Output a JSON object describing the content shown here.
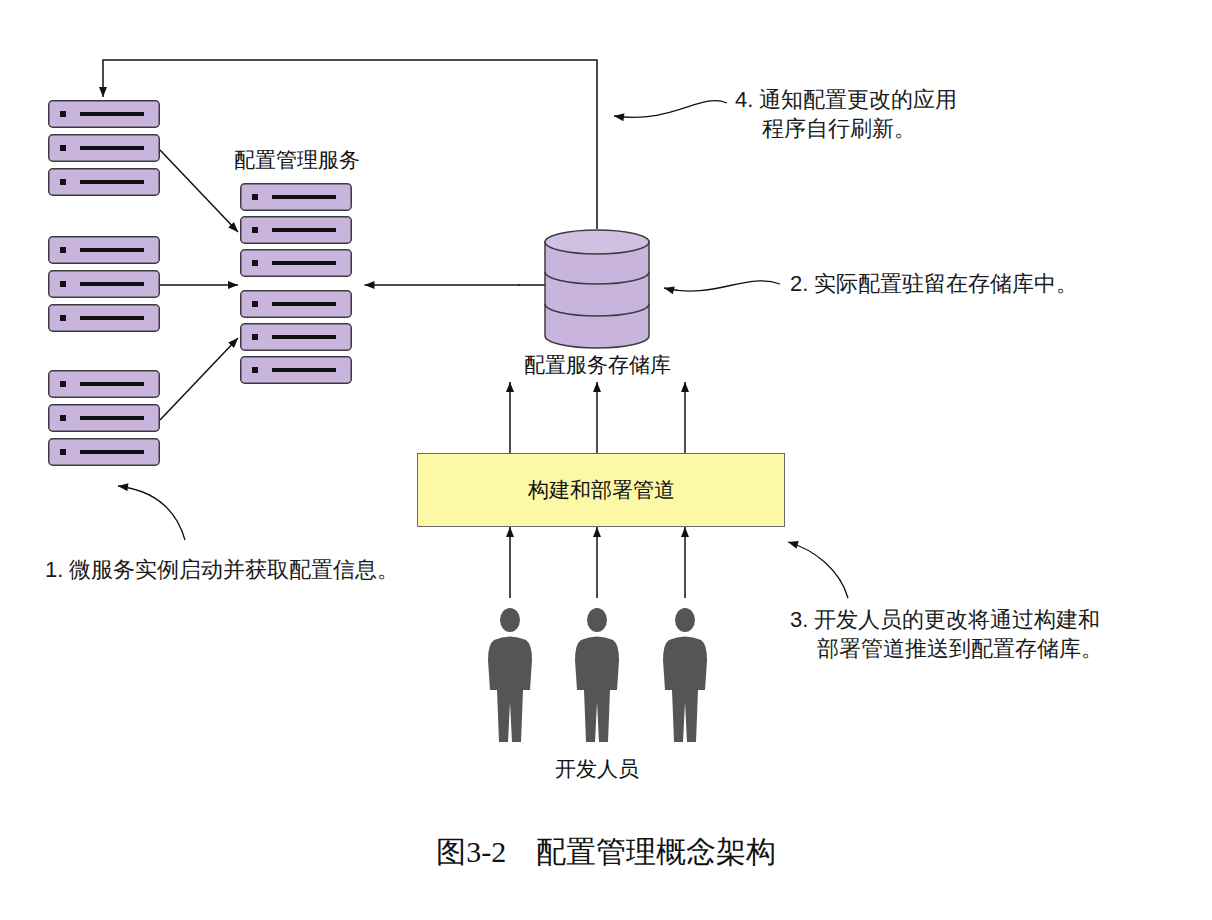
{
  "diagram": {
    "caption": "图3-2 配置管理概念架构",
    "nodes": [
      {
        "text": [
          "配置管理服务"
        ]
      },
      {
        "text": [
          "配置服务存储库"
        ]
      },
      {
        "text": [
          "构建和部署管道"
        ]
      },
      {
        "text": [
          "开发人员"
        ]
      }
    ],
    "edges": [
      {
        "from": 1,
        "to": 0,
        "arrow": "to"
      },
      {
        "from": 2,
        "to": 1,
        "arrow": "to"
      },
      {
        "from": 2,
        "to": 1,
        "arrow": "to"
      },
      {
        "from": 2,
        "to": 1,
        "arrow": "to"
      },
      {
        "from": 3,
        "to": 2,
        "arrow": "to"
      },
      {
        "from": 3,
        "to": 2,
        "arrow": "to"
      },
      {
        "from": 3,
        "to": 2,
        "arrow": "to"
      }
    ],
    "labels": [
      "4. 通知配置更改的应用 程序自行刷新。",
      "2. 实际配置驻留在存储库中。",
      "1. 微服务实例启动并获取配置信息。",
      "3. 开发人员的更改将通过构建和 部署管道推送到配置存储库。"
    ]
  }
}
